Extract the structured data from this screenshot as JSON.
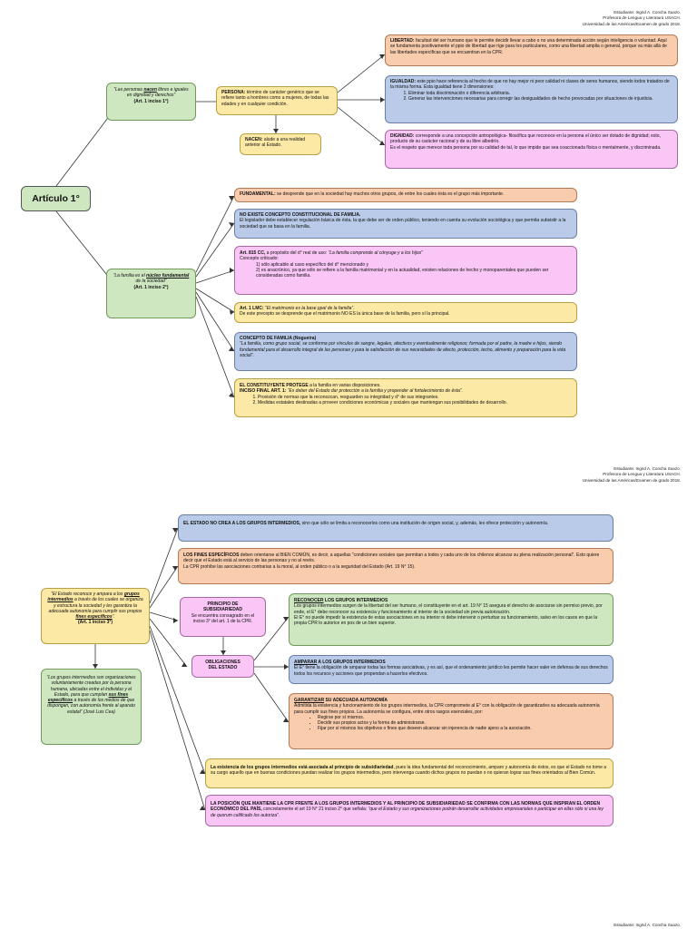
{
  "header": {
    "line1": "Estudiante: Ingrid A. Concha Suazo.",
    "line2": "Profesora de Lengua y Literatura USACH.",
    "line3": "Universidad de las Américas/Examen de grado 2018."
  },
  "footer": {
    "line1": "Estudiante: Ingrid A. Concha Suazo."
  },
  "page1": {
    "articulo_title": "Artículo 1°",
    "quote1": {
      "pre": "“Las personas ",
      "word": "nacen",
      "post": " libres e iguales en dignidad y derechos”",
      "ref": "(Art. 1 inciso 1°)"
    },
    "persona": {
      "label": "PERSONA:",
      "text": " término de carácter genérico que se refiere tanto a hombres como a mujeres, de todas las edades y en cualquier condición."
    },
    "nacen": {
      "label": "NACEN:",
      "text": " alude a una realidad anterior al Estado."
    },
    "libertad": {
      "label": "LIBERTAD:",
      "text": " facultad del ser humano que le permite decidir llevar a cabo o no una determinada acción según inteligencia o voluntad. Aquí se fundamenta positivamente el ppio de libertad que rige para los particulares, como una libertad amplia o general, porque va más allá de las libertades específicas que se encuentran en la CPR."
    },
    "igualdad": {
      "label": "IGUALDAD:",
      "text": " este ppio hace referencia al hecho de que no hay mejor ni peor calidad ni clases de seres humanos, siendo todos tratados de la misma forma. Esta igualdad tiene 2 dimensiones:",
      "items": [
        "Eliminar toda discriminación o diferencia arbitraria.",
        "Generar las intervenciones necesarias para corregir las desigualdades de hecho provocadas por situaciones de injusticia."
      ]
    },
    "dignidad": {
      "label": "DIGNIDAD:",
      "text": " corresponde a una concepción antropológica- filosófica que reconoce en la persona el único ser dotado de dignidad; esto, producto de su carácter racional y de su libre albedrío.",
      "text2": "Es el respeto que merece toda persona por su calidad de tal, lo que impide que sea coaccionada física o mentalmente, y discriminada."
    },
    "quote2": {
      "pre": "“La familia es el ",
      "word": "núcleo fundamental",
      "post": " de la sociedad”",
      "ref": "(Art. 1 inciso 2°)"
    },
    "fundamental": {
      "label": "FUNDAMENTAL:",
      "text": " se desprende que en la sociedad hay muchos otros grupos, de entre los cuales ésta es el grupo más importante."
    },
    "no_existe": {
      "label": "NO EXISTE CONCEPTO CONSTITUCIONAL DE FAMILIA.",
      "text": "El legislador debe establecer regulación básica de ésta, la que debe ser de orden público, teniendo en cuenta su evolución sociológica y que permita subsistir a la sociedad que se basa en la familia."
    },
    "art815": {
      "label": "Art. 815 CC,",
      "mid": " a propósito del d° real de uso: ",
      "quote": "“La familia comprende al cónyuge y a los hijos”",
      "criticado": "Concepto criticado:",
      "c1": "1) sólo aplicable al caso específico del d° mencionado y",
      "c2": "2) es anacrónico, ya que sólo se refiere a la familia matrimonial y en la actualidad, existen relaciones de hecho y monoparentales que pueden ser consideradas como familia."
    },
    "art1lmc": {
      "label": "Art. 1 LMC:",
      "quote": " “El matrimonio es la base ppal de la familia”.",
      "text": "De este precepto se desprende que el matrimonio NO ES la única base de la familia, pero sí la principal."
    },
    "nogueira": {
      "label": "CONCEPTO DE FAMILIA (Nogueira)",
      "text": "“La familia, como grupo social, se conforma por vínculos de sangre, legales, afectivos y eventualmente religiosos; formada por el padre, la madre e hijos, siendo fundamental para el desarrollo integral de las personas y para la satisfacción de sus necesidades de afecto, protección, techo, alimento y preparación para la vida social”."
    },
    "constituyente": {
      "label": "EL CONSTITUYENTE PROTEGE",
      "text": " a la familia en varias disposiciones.",
      "inciso_label": "INCISO FINAL ART. 1:",
      "inciso_quote": " “Es deber del Estado dar protección a la familia y propender al fortalecimiento de ésta”.",
      "items": [
        "Provisión de normas que la reconozcan, resguarden su integridad y d° de sus integrantes.",
        "Medidas estatales destinadas a proveer condiciones económicas y sociales que mantengan sus posibilidades de desarrollo."
      ]
    }
  },
  "page2": {
    "quote3": {
      "a": "“El Estado reconoce y ampara a los ",
      "b": "grupos intermedios",
      "c": " a través de los cuales se organiza y estructura la sociedad y les garantiza la adecuada autonomía para cumplir sus propios ",
      "d": "fines específicos",
      "e": "”.",
      "ref": "(Art. 1 inciso 3°)"
    },
    "quote_cea": {
      "a": "“Los grupos intermedios son organizaciones voluntariamente creadas por la persona humana, ubicadas entre el individuo y el Estado, para que cumplan ",
      "b": "sus fines específicos",
      "c": " a través de los medios de que dispongan, con autonomía frente al aparato estatal” (José Luis Cea)"
    },
    "no_crea": {
      "label": "EL ESTADO NO CREA A LOS GRUPOS INTERMEDIOS,",
      "text": " sino que sólo se limita a reconocerlos como una institución de origen social, y, además, les ofrece protección y autonomía."
    },
    "fines": {
      "label": "LOS FINES ESPECÍFICOS",
      "text": " deben orientarse al BIEN COMÚN, es decir, a aquellas “condiciones sociales que permitan a todos y cada uno de los chilenos alcanzar su plena realización personal”. Esto quiere decir que el Estado está al servicio de las personas y no al revés.",
      "text2": "La CPR prohíbe las asociaciones contrarias a la moral, al orden público o a la seguridad del Estado (Art. 19 N° 15)."
    },
    "principio": {
      "title1": "PRINCIPIO DE",
      "title2": "SUBSIDIARIEDAD",
      "text": "Se encuentra consagrado en el inciso 3° del art. 1 de la CPR."
    },
    "obligaciones": {
      "t1": "OBLIGACIONES",
      "t2": "DEL ESTADO"
    },
    "reconocer": {
      "label": "RECONOCER",
      "label_rest": " LOS GRUPOS INTERMEDIOS",
      "text": "Los grupos intermedios surgen de la libertad del ser humano, el constituyente en el art. 19 N° 15 asegura el derecho de asociarse sin permiso previo, por ende, el E° debe reconocer su existencia y funcionamiento al interior de la sociedad sin previa autorización.",
      "text2": "El E° no puede impedir la existencia de estas asociaciones en su interior ni debe intervenir o perturbar su funcionamiento, salvo en los casos en que la propia CPR lo autorice en pos de un bien superior."
    },
    "amparar": {
      "label": "AMPARAR",
      "label_rest": " A LOS GRUPOS INTERMEDIOS",
      "text": "El E° tiene la obligación de amparar todas las formas asociativas, y es así, que el ordenamiento jurídico les permite hacer valer en defensa de sus derechos todos los recursos y acciones que propendan a hacerlos efectivos."
    },
    "garantizar": {
      "label": "GARANTIZAR",
      "label_rest": " SU ADECUADA AUTONOMÍA",
      "text": "Admitida la existencia y funcionamiento de los grupos intermedios, la CPR compromete al E° con la obligación de garantizarles su adecuada autonomía para cumplir sus fines propios. La autonomía se configura, entre otros rasgos esenciales, por:",
      "items": [
        "Regirse por sí mismos.",
        "Decidir sus propios actos y la forma de administrarse.",
        "Fijar por sí mismos los objetivos o fines que deseen alcanzar sin injerencia de nadie ajeno a la asociación."
      ]
    },
    "existencia": {
      "label": "La existencia de los grupos intermedios está asociada al principio de subsidiariedad",
      "text": ", pues la idea fundamental del reconocimiento, amparo y autonomía de éstos, es que el Estado no tome a su cargo aquello que en buenas condiciones puedan realizar los grupos intermedios, pero intervenga cuando dichos grupos no puedan o no quieran lograr sus fines orientados al Bien Común."
    },
    "posicion": {
      "label": "LA POSICIÓN QUE MANTIENE LA CPR FRENTE A LOS GRUPOS INTERMEDIOS Y AL PRINCIPIO DE SUBSIDIARIEDAD SE CONFIRMA CON LAS NORMAS QUE INSPIRAN EL ORDEN ECONÓMICO DEL PAÍS,",
      "text": " concretamente el art 19 N° 21 inciso 2° que señala: ",
      "quote": "“que el Estado y sus organizaciones podrán desarrollar actividades empresariales o participar en ellas sólo si una ley de quorum calificado los autoriza”."
    }
  }
}
